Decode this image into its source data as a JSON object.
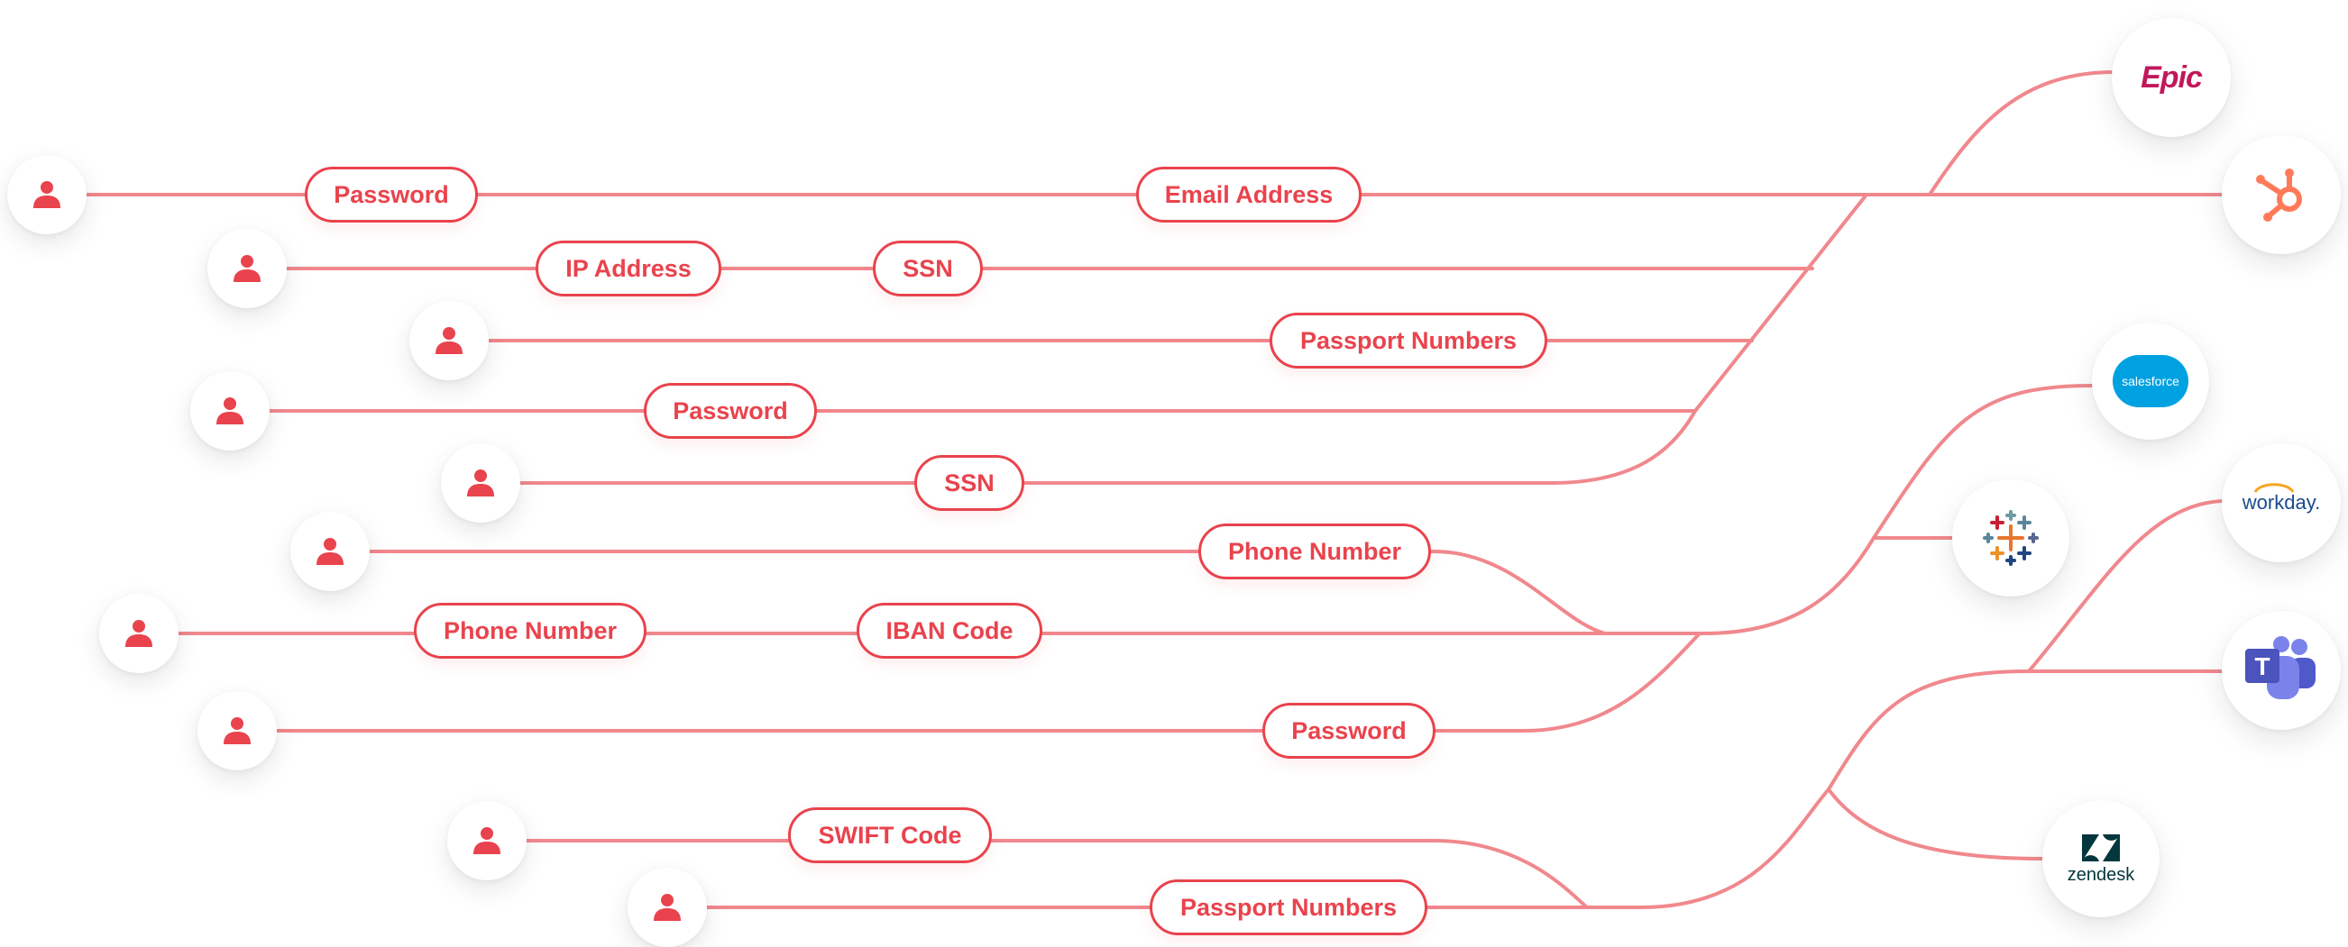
{
  "colors": {
    "accent": "#e9434d",
    "line": "#f0888d"
  },
  "users": [
    {
      "id": "u1",
      "icon": "person-icon"
    },
    {
      "id": "u2",
      "icon": "person-icon"
    },
    {
      "id": "u3",
      "icon": "person-icon"
    },
    {
      "id": "u4",
      "icon": "person-icon"
    },
    {
      "id": "u5",
      "icon": "person-icon"
    },
    {
      "id": "u6",
      "icon": "person-icon"
    },
    {
      "id": "u7",
      "icon": "person-icon"
    },
    {
      "id": "u8",
      "icon": "person-icon"
    },
    {
      "id": "u9",
      "icon": "person-icon"
    },
    {
      "id": "u10",
      "icon": "person-icon"
    }
  ],
  "pills": {
    "p1": "Password",
    "p2": "Email Address",
    "p3": "IP Address",
    "p4": "SSN",
    "p5": "Passport Numbers",
    "p6": "Password",
    "p7": "SSN",
    "p8": "Phone Number",
    "p9": "Phone Number",
    "p10": "IBAN Code",
    "p11": "Password",
    "p12": "SWIFT Code",
    "p13": "Passport Numbers"
  },
  "apps": {
    "epic": {
      "label": "Epic",
      "icon": "epic-logo-icon"
    },
    "hubspot": {
      "icon": "hubspot-logo-icon"
    },
    "salesforce": {
      "label": "salesforce",
      "icon": "salesforce-logo-icon"
    },
    "tableau": {
      "icon": "tableau-logo-icon"
    },
    "workday": {
      "label": "workday.",
      "icon": "workday-logo-icon"
    },
    "teams": {
      "label": "T",
      "icon": "teams-logo-icon"
    },
    "zendesk": {
      "label": "zendesk",
      "icon": "zendesk-logo-icon"
    }
  }
}
